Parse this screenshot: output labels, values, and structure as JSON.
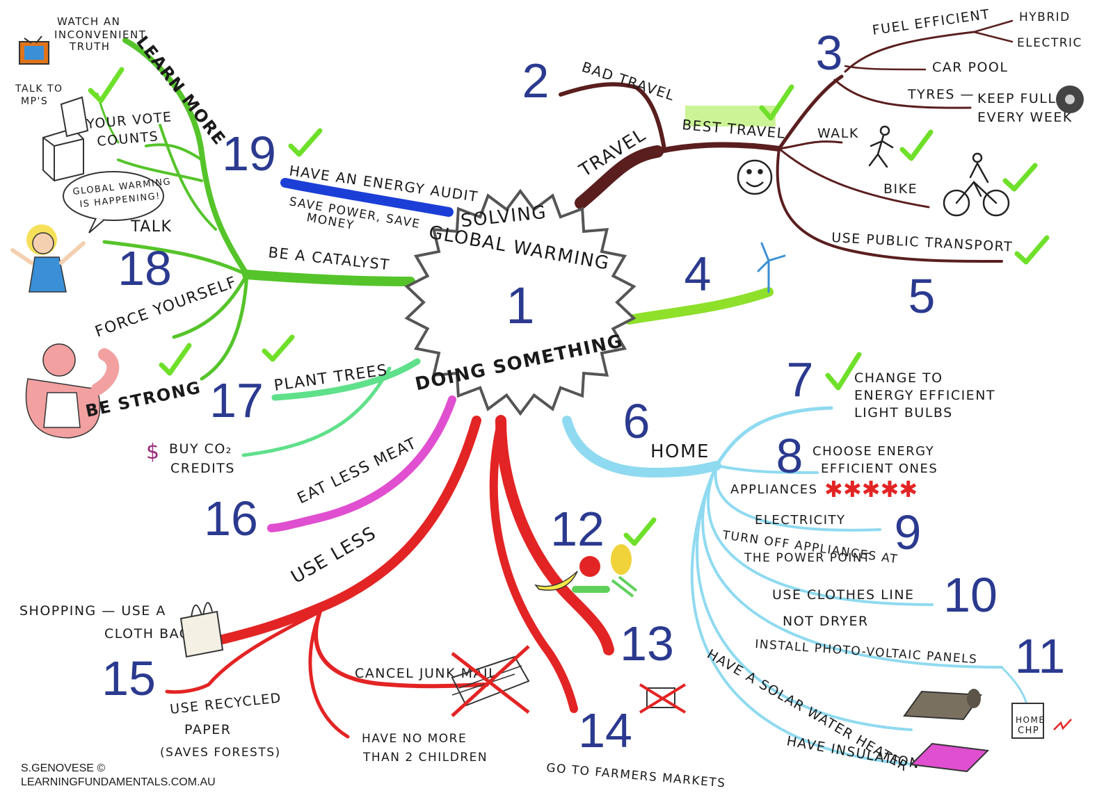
{
  "center": {
    "title_top": "SOLVING",
    "title_mid": "GLOBAL WARMING",
    "number": "1",
    "title_bottom": "DOING SOMETHING"
  },
  "numbers": [
    "2",
    "3",
    "4",
    "5",
    "6",
    "7",
    "8",
    "9",
    "10",
    "11",
    "12",
    "13",
    "14",
    "15",
    "16",
    "17",
    "18",
    "19"
  ],
  "travel": {
    "label": "TRAVEL",
    "bad_travel": "BAD TRAVEL",
    "best_travel": "BEST TRAVEL",
    "fuel_efficient": "FUEL EFFICIENT",
    "hybrid": "HYBRID",
    "electric": "ELECTRIC",
    "car_pool": "CAR POOL",
    "tyres": "TYRES —",
    "keep_full": "KEEP FULL",
    "every_week": "EVERY WEEK",
    "walk": "WALK",
    "bike": "BIKE",
    "public_transport": "USE PUBLIC TRANSPORT"
  },
  "home": {
    "label": "HOME",
    "bulbs_1": "CHANGE TO",
    "bulbs_2": "ENERGY EFFICIENT",
    "bulbs_3": "LIGHT BULBS",
    "appliances_1": "CHOOSE ENERGY",
    "appliances_2": "EFFICIENT ONES",
    "appliances": "APPLIANCES",
    "electricity": "ELECTRICITY",
    "turn_off_1": "TURN OFF APPLIANCES AT",
    "turn_off_2": "THE POWER POINT",
    "clothes_line": "USE CLOTHES LINE",
    "not_dryer": "NOT DRYER",
    "pv_panels": "INSTALL PHOTO-VOLTAIC PANELS",
    "solar": "HAVE A SOLAR WATER HEATER",
    "insulation": "HAVE INSULATION",
    "chp_1": "HOME",
    "chp_2": "CHP"
  },
  "food": {
    "farmers_markets": "GO TO FARMERS MARKETS"
  },
  "use_less": {
    "label": "USE LESS",
    "shopping_1": "SHOPPING — USE A",
    "shopping_2": "CLOTH BAG",
    "recycled_1": "USE RECYCLED",
    "recycled_2": "PAPER",
    "recycled_3": "(SAVES FORESTS)",
    "junk_mail": "CANCEL JUNK MAIL",
    "children_1": "HAVE NO MORE",
    "children_2": "THAN 2 CHILDREN"
  },
  "eat_less_meat": "EAT LESS MEAT",
  "plant_trees": "PLANT TREES",
  "co2_1": "BUY CO₂",
  "co2_2": "CREDITS",
  "energy_audit": "HAVE AN ENERGY AUDIT",
  "save_power_1": "SAVE POWER, SAVE",
  "save_power_2": "MONEY",
  "catalyst": {
    "label": "BE A CATALYST",
    "learn_more": "LEARN MORE",
    "inconvenient_1": "WATCH AN",
    "inconvenient_2": "INCONVENIENT",
    "inconvenient_3": "TRUTH",
    "talk_to_1": "TALK TO",
    "talk_to_2": "MP'S",
    "vote_1": "YOUR VOTE",
    "vote_2": "COUNTS",
    "talk": "TALK",
    "speech_1": "GLOBAL WARMING",
    "speech_2": "IS HAPPENING!",
    "force": "FORCE YOURSELF",
    "strong": "BE STRONG"
  },
  "credit_1": "S.GENOVESE ©",
  "credit_2": "LEARNINGFUNDAMENTALS.COM.AU",
  "colors": {
    "travel": "#5a1e1e",
    "green": "#55c42a",
    "lime": "#8ee02a",
    "blue": "#1b3fd6",
    "sky": "#8fdaf0",
    "red": "#e32424",
    "magenta": "#e04fd0",
    "mint": "#5fe08a",
    "check": "#6fe02a",
    "number": "#2b3a8f"
  }
}
